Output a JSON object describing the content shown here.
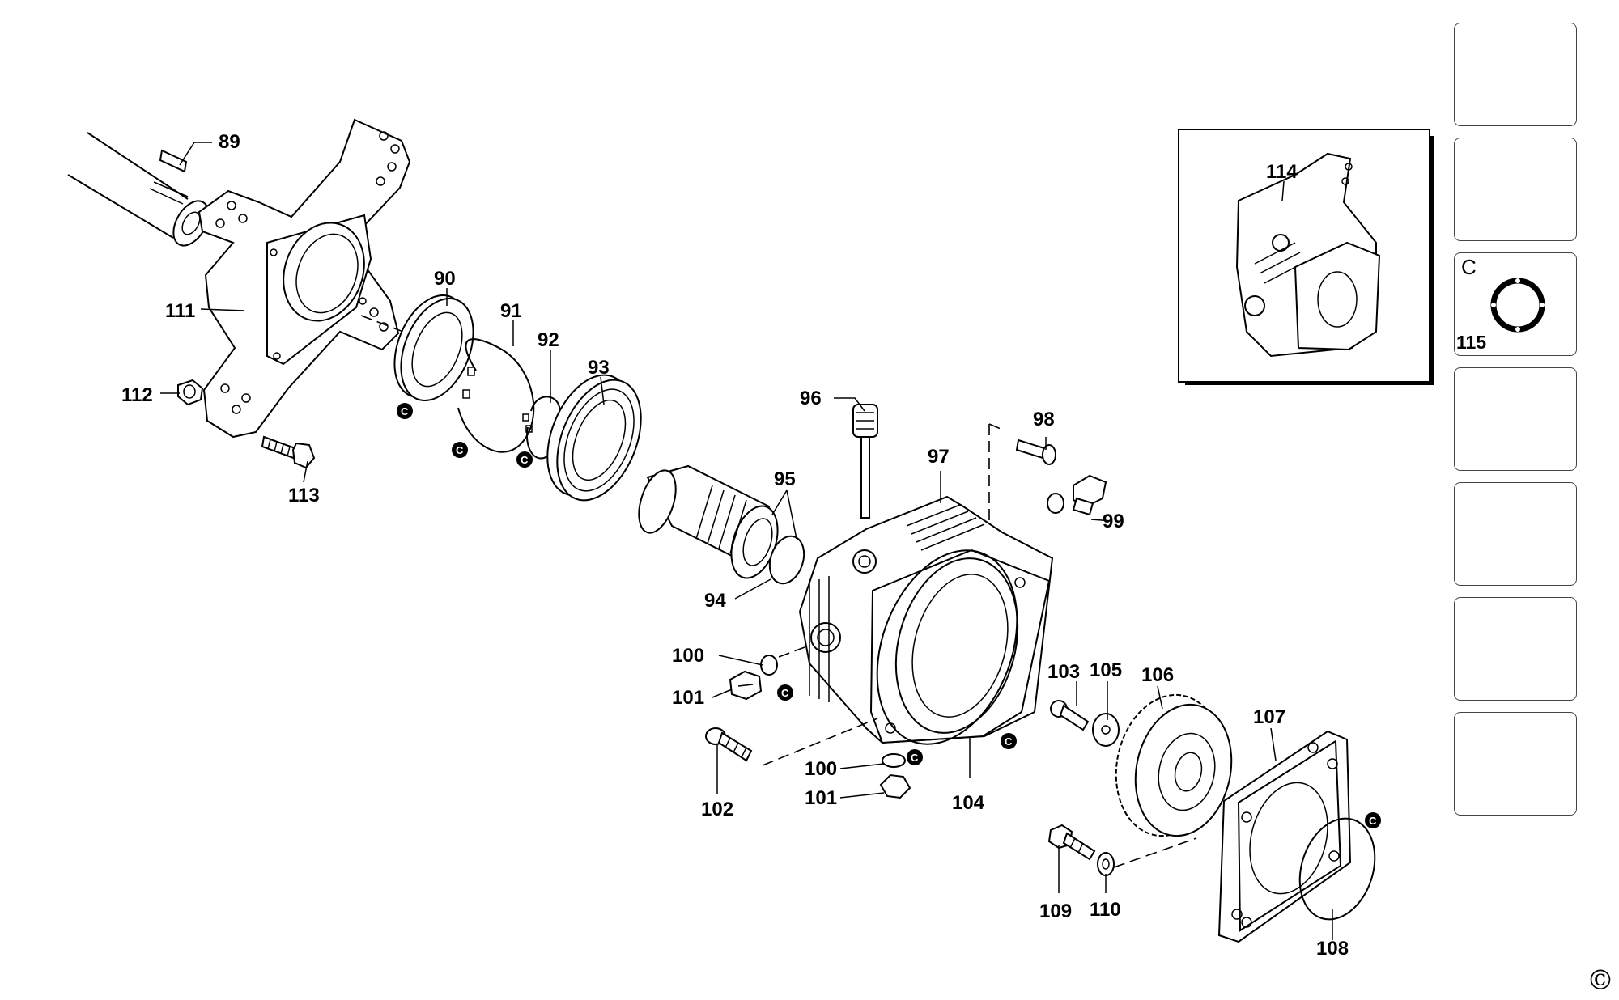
{
  "callouts": {
    "p89": "89",
    "p90": "90",
    "p91": "91",
    "p92": "92",
    "p93": "93",
    "p94": "94",
    "p95": "95",
    "p96": "96",
    "p97": "97",
    "p98": "98",
    "p99": "99",
    "p100a": "100",
    "p100b": "100",
    "p101a": "101",
    "p101b": "101",
    "p102": "102",
    "p103": "103",
    "p104": "104",
    "p105": "105",
    "p106": "106",
    "p107": "107",
    "p108": "108",
    "p109": "109",
    "p110": "110",
    "p111": "111",
    "p112": "112",
    "p113": "113",
    "p114": "114"
  },
  "kit_marker": "C",
  "sidebar": {
    "slot3_letter": "C",
    "slot3_number": "115"
  },
  "copyright": "©"
}
